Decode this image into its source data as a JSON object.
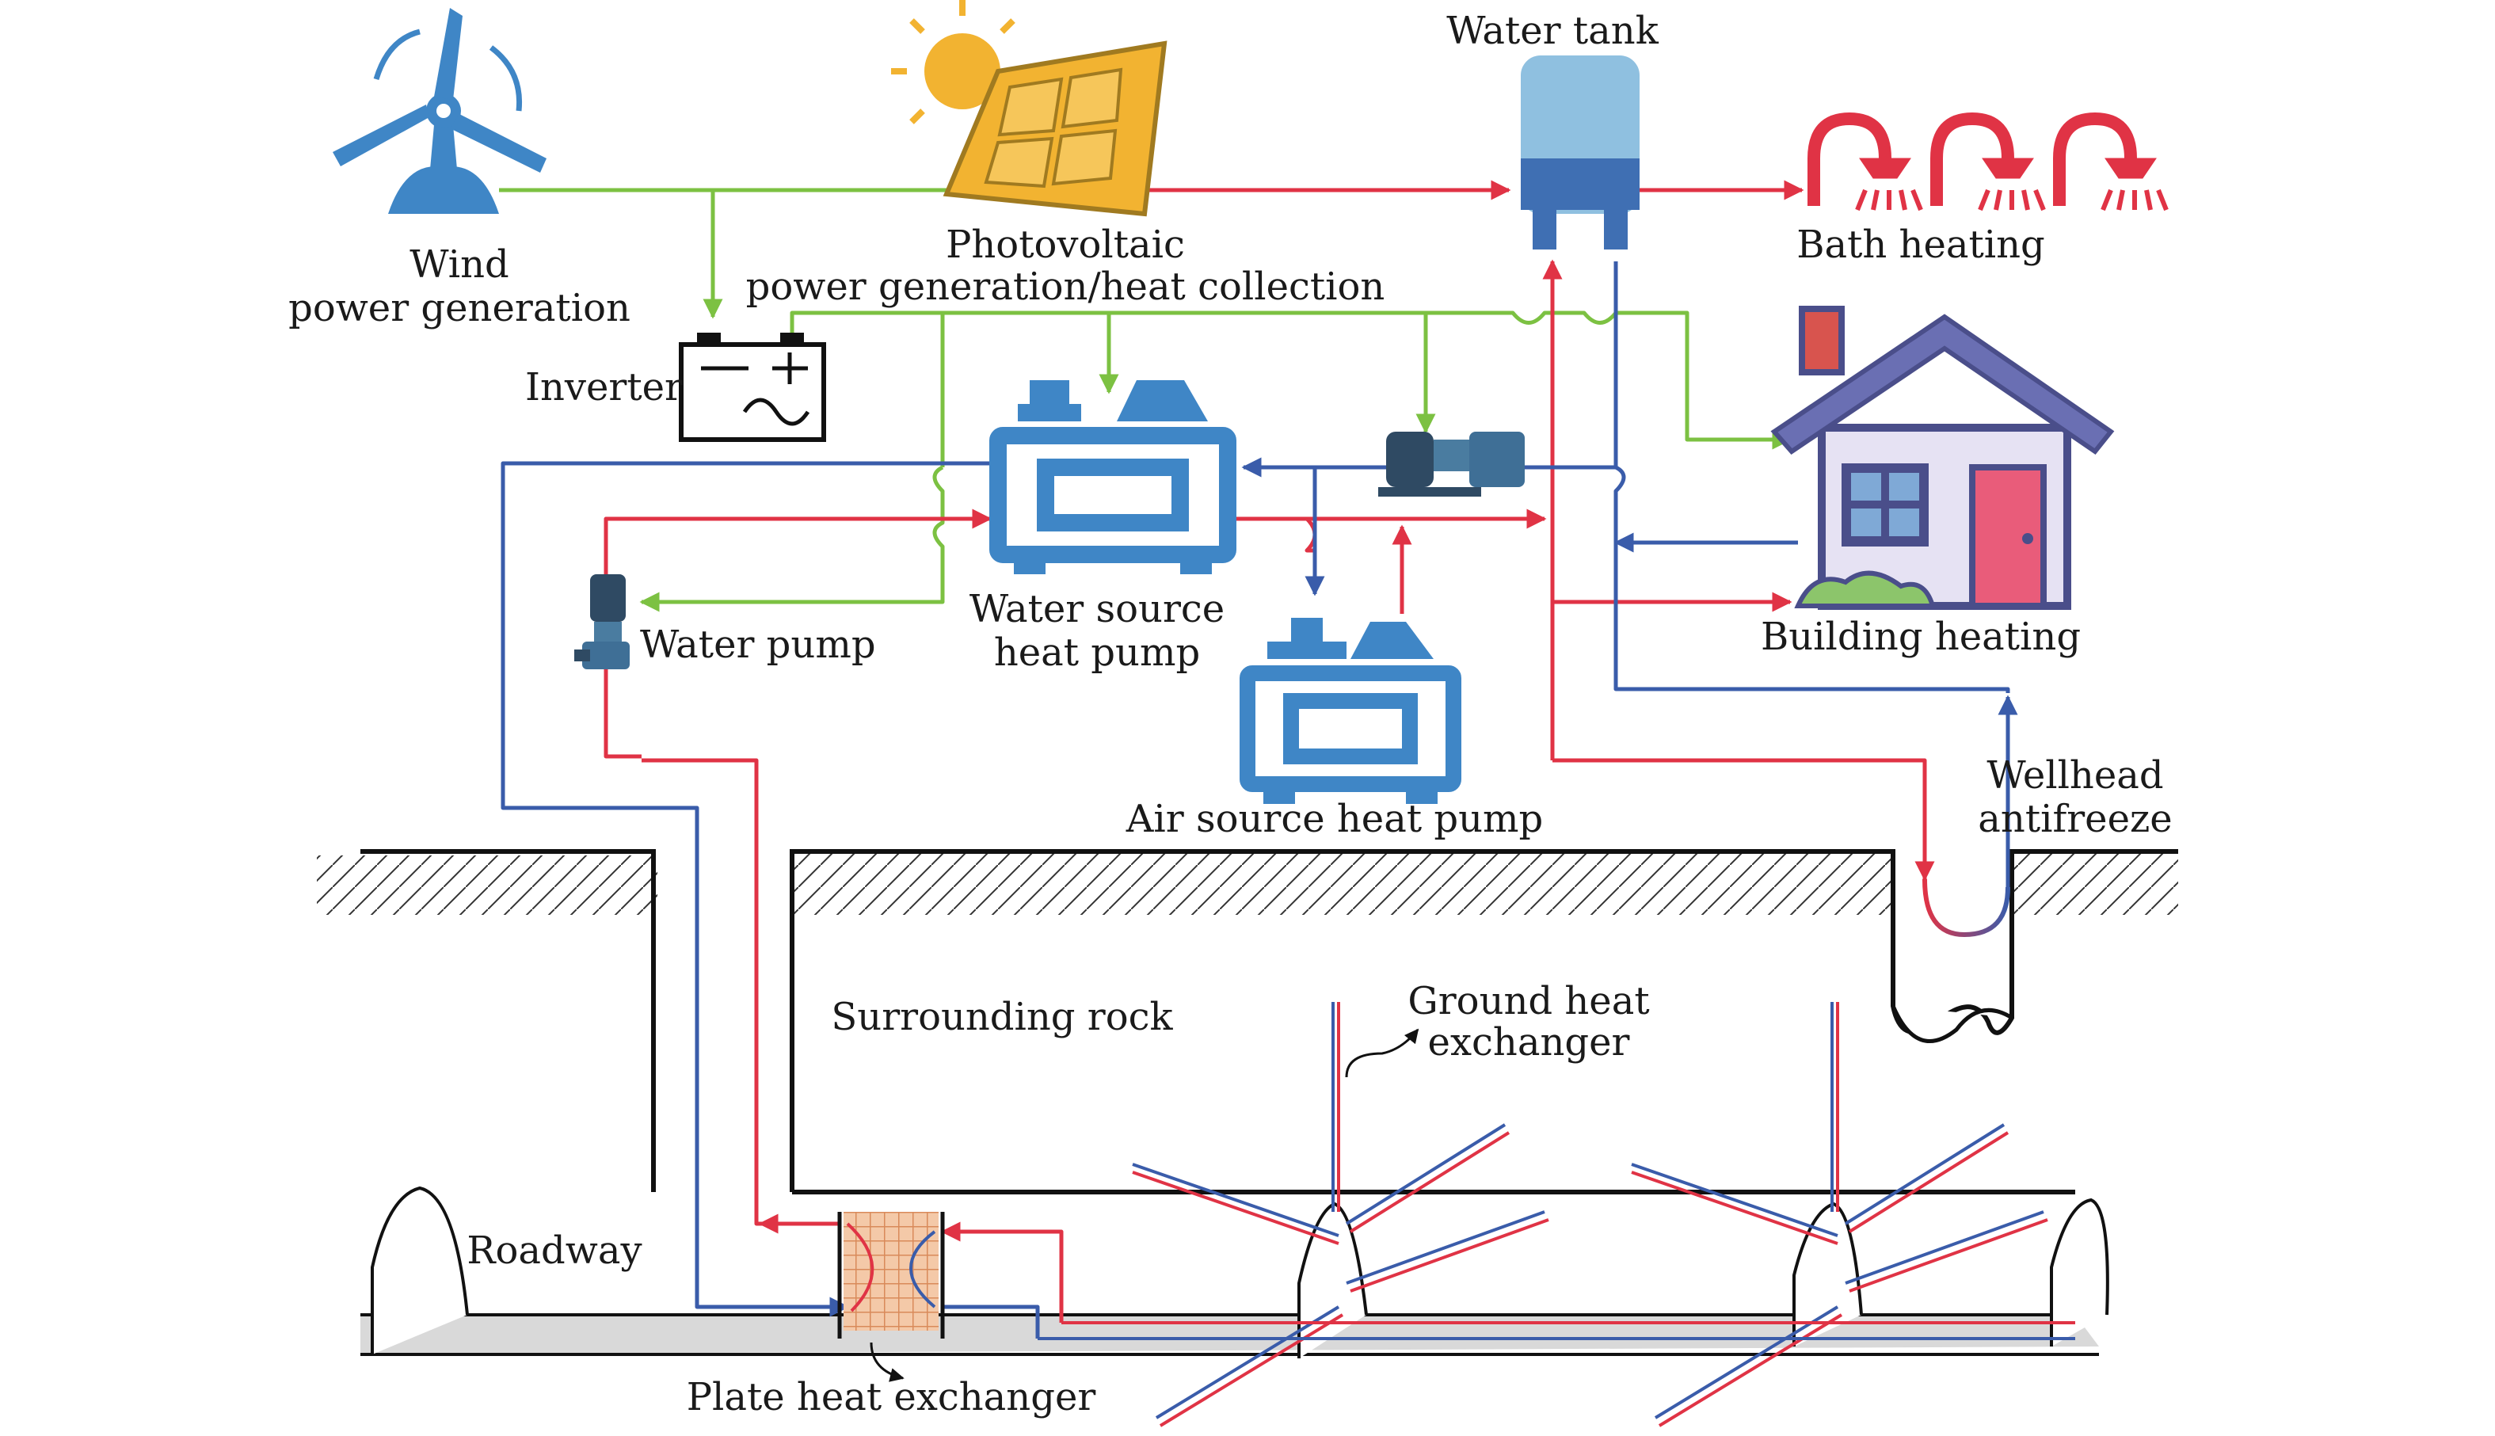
{
  "labels": {
    "wind": "Wind",
    "wind2": "power generation",
    "pv": "Photovoltaic",
    "pv2": "power generation/heat collection",
    "water_tank": "Water tank",
    "bath": "Bath heating",
    "inverter": "Inverter",
    "wshp1": "Water source",
    "wshp2": "heat pump",
    "pump": "Water pump",
    "building": "Building heating",
    "ashp": "Air source heat pump",
    "wellhead1": "Wellhead",
    "wellhead2": "antifreeze",
    "rock": "Surrounding rock",
    "ghe1": "Ground heat",
    "ghe2": "exchanger",
    "roadway": "Roadway",
    "plate": "Plate heat exchanger"
  },
  "colors": {
    "hot": "#e03345",
    "cold": "#3a5caa",
    "power": "#7cc142",
    "device": "#3f86c6",
    "solar": "#f2b331"
  },
  "icons": [
    "wind-turbine-icon",
    "solar-panel-icon",
    "sun-icon",
    "water-tank-icon",
    "shower-icon",
    "battery-inverter-icon",
    "heat-pump-icon",
    "motor-pump-icon",
    "vertical-pump-icon",
    "house-icon"
  ]
}
